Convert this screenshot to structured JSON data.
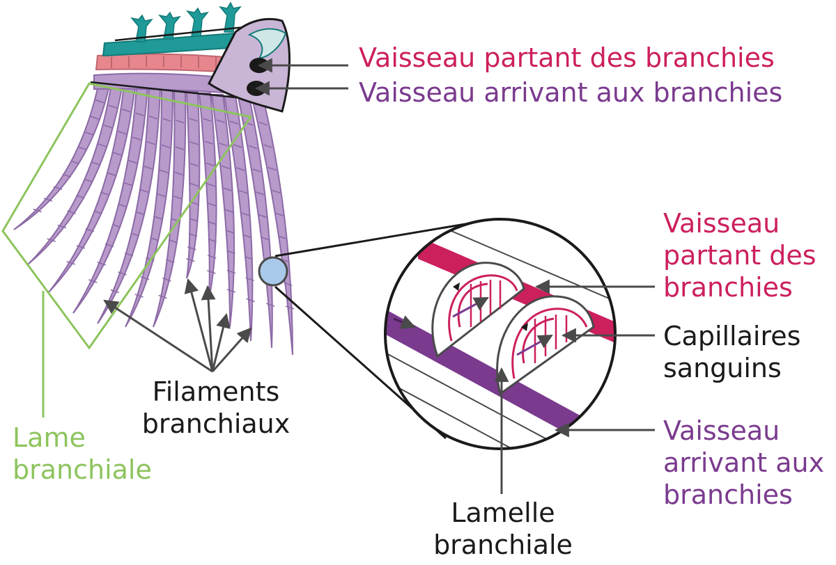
{
  "labels": {
    "top_vessel_out": "Vaisseau partant des branchies",
    "top_vessel_in": "Vaisseau arrivant aux branchies",
    "zoom_vessel_out": [
      "Vaisseau",
      "partant des",
      "branchies"
    ],
    "capillaries": [
      "Capillaires",
      "sanguins"
    ],
    "zoom_vessel_in": [
      "Vaisseau",
      "arrivant aux",
      "branchies"
    ],
    "lamella": [
      "Lamelle",
      "branchiale"
    ],
    "filaments": [
      "Filaments",
      "branchiaux"
    ],
    "gill_plate": [
      "Lame",
      "branchiale"
    ]
  },
  "colors": {
    "vessel_out": "#cc1f5e",
    "vessel_in": "#7a3a8e",
    "filament_fill": "#b89acb",
    "filament_stroke": "#8c6aa6",
    "gill_arch_teal": "#1f9a98",
    "gill_arch_pink": "#e7868c",
    "gill_plate_outline": "#8dc45d",
    "zoom_spot": "#a9c9ea",
    "line": "#4a4a4a"
  }
}
